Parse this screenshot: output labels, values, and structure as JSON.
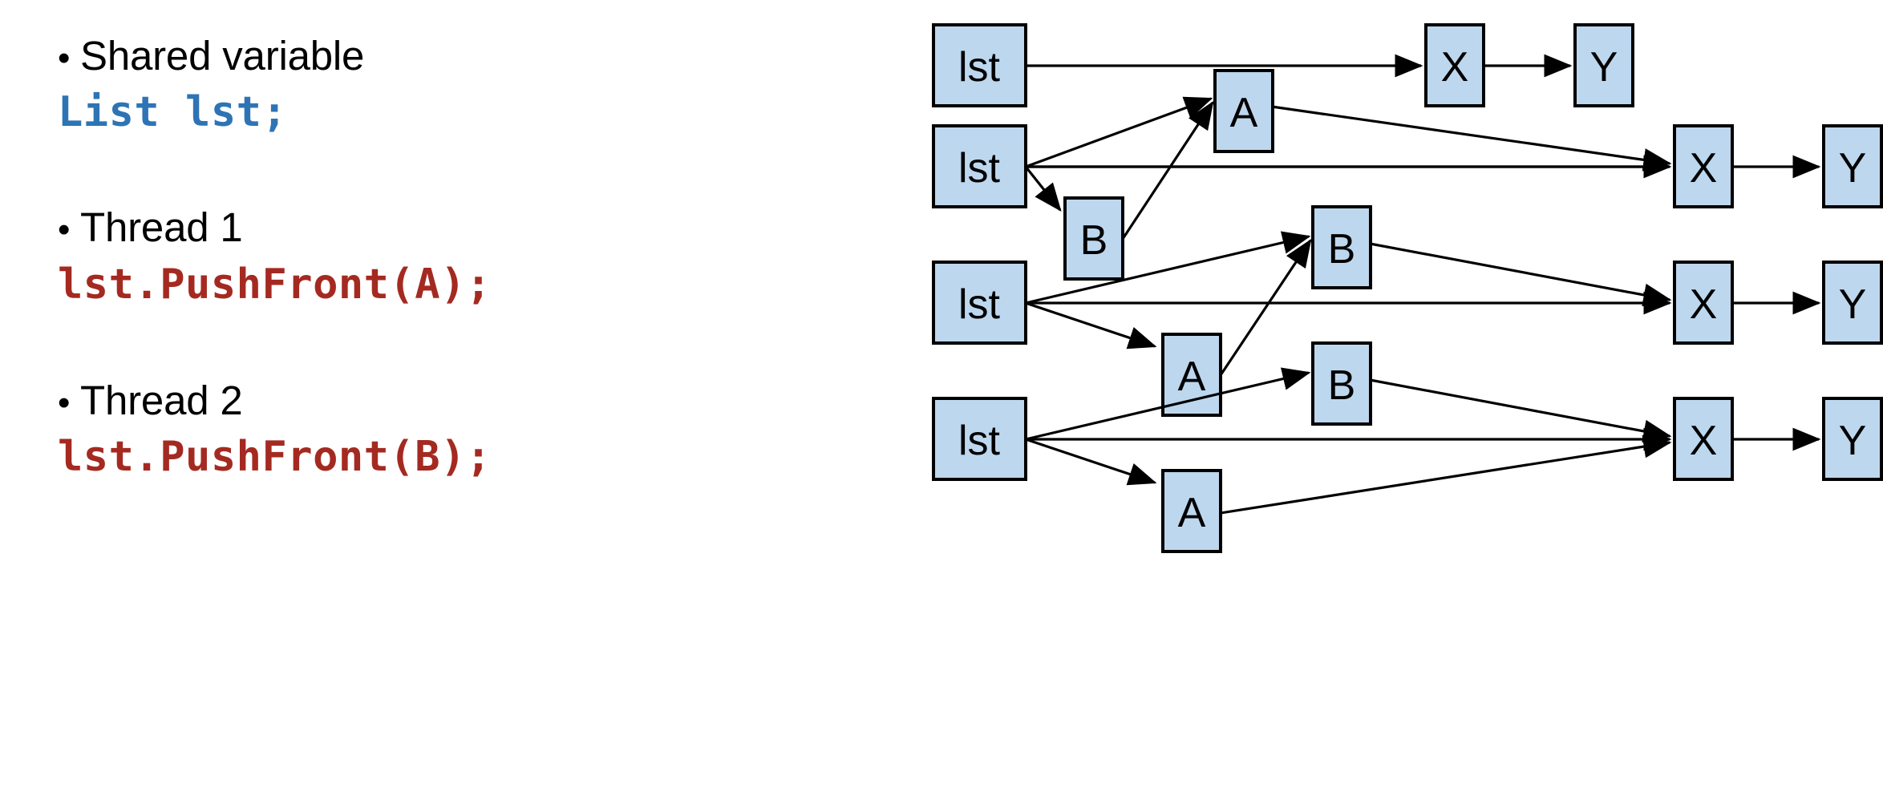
{
  "slide": {
    "background": "#ffffff",
    "text_color": "#000000",
    "code_blue": "#2E74B5",
    "code_red": "#A42A21",
    "node_fill": "#BDD7EE",
    "node_stroke": "#000000"
  },
  "left": {
    "bullets": [
      {
        "marker": "•",
        "label": "Shared variable"
      },
      {
        "marker": "•",
        "label": "Thread 1"
      },
      {
        "marker": "•",
        "label": "Thread 2"
      }
    ],
    "code": {
      "declaration": "List lst;",
      "thread1_call": "lst.PushFront(A);",
      "thread2_call": "lst.PushFront(B);"
    }
  },
  "diagram": {
    "title": "",
    "rows": [
      {
        "name": "initial-state",
        "nodes": [
          {
            "id": "lst1",
            "label": "lst"
          },
          {
            "id": "x1",
            "label": "X"
          },
          {
            "id": "y1",
            "label": "Y"
          }
        ],
        "edges": [
          {
            "from": "lst1",
            "to": "x1"
          },
          {
            "from": "x1",
            "to": "y1"
          }
        ]
      },
      {
        "name": "thread1-pushfront-a",
        "nodes": [
          {
            "id": "lst2",
            "label": "lst"
          },
          {
            "id": "a2",
            "label": "A"
          },
          {
            "id": "b2",
            "label": "B"
          },
          {
            "id": "x2",
            "label": "X"
          },
          {
            "id": "y2",
            "label": "Y"
          }
        ],
        "edges": [
          {
            "from": "lst2",
            "to": "a2"
          },
          {
            "from": "lst2",
            "to": "x2"
          },
          {
            "from": "lst2",
            "to": "b2"
          },
          {
            "from": "b2",
            "to": "a2"
          },
          {
            "from": "a2",
            "to": "x2"
          },
          {
            "from": "x2",
            "to": "y2"
          }
        ]
      },
      {
        "name": "thread2-pushfront-b",
        "nodes": [
          {
            "id": "lst3",
            "label": "lst"
          },
          {
            "id": "b3",
            "label": "B"
          },
          {
            "id": "a3",
            "label": "A"
          },
          {
            "id": "x3",
            "label": "X"
          },
          {
            "id": "y3",
            "label": "Y"
          }
        ],
        "edges": [
          {
            "from": "lst3",
            "to": "b3"
          },
          {
            "from": "lst3",
            "to": "x3"
          },
          {
            "from": "lst3",
            "to": "a3"
          },
          {
            "from": "a3",
            "to": "b3"
          },
          {
            "from": "b3",
            "to": "x3"
          },
          {
            "from": "x3",
            "to": "y3"
          }
        ]
      },
      {
        "name": "lost-update-result",
        "nodes": [
          {
            "id": "lst4",
            "label": "lst"
          },
          {
            "id": "b4",
            "label": "B"
          },
          {
            "id": "a4",
            "label": "A"
          },
          {
            "id": "x4",
            "label": "X"
          },
          {
            "id": "y4",
            "label": "Y"
          }
        ],
        "edges": [
          {
            "from": "lst4",
            "to": "b4"
          },
          {
            "from": "lst4",
            "to": "x4"
          },
          {
            "from": "lst4",
            "to": "a4"
          },
          {
            "from": "b4",
            "to": "x4"
          },
          {
            "from": "a4",
            "to": "x4"
          },
          {
            "from": "x4",
            "to": "y4"
          }
        ]
      }
    ],
    "node_labels": {
      "lst_r1": "lst",
      "x_r1": "X",
      "y_r1": "Y",
      "lst_r2": "lst",
      "a_r2": "A",
      "b_r2": "B",
      "x_r2": "X",
      "y_r2": "Y",
      "lst_r3": "lst",
      "b_r3": "B",
      "a_r3": "A",
      "x_r3": "X",
      "y_r3": "Y",
      "lst_r4": "lst",
      "b_r4": "B",
      "a_r4": "A",
      "x_r4": "X",
      "y_r4": "Y"
    }
  }
}
